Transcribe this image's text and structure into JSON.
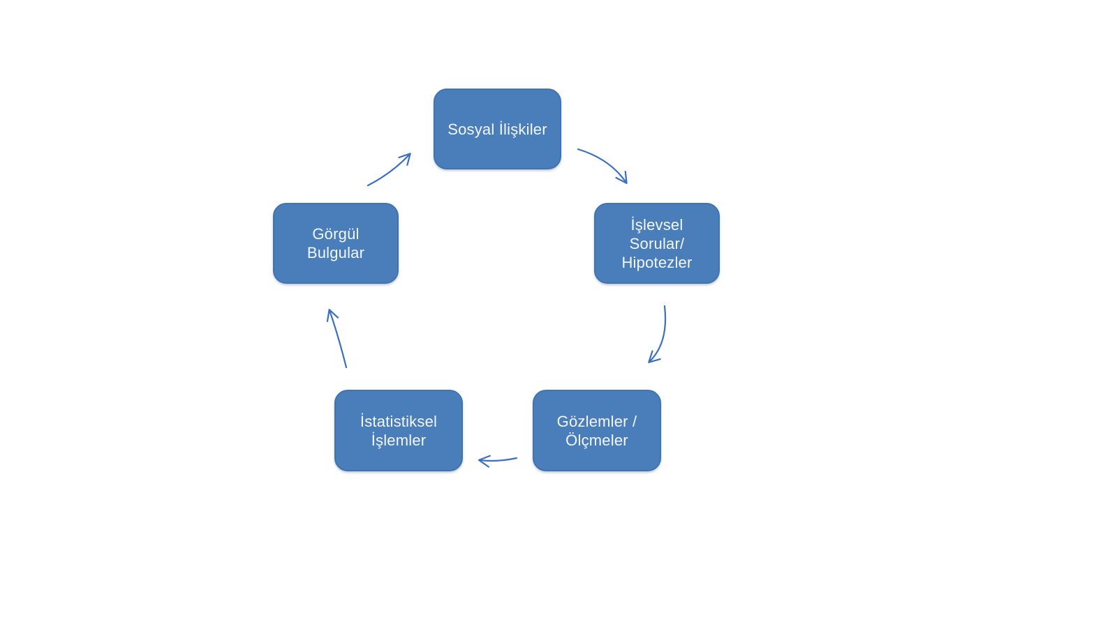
{
  "diagram": {
    "type": "cycle",
    "language": "tr",
    "background_color": "#ffffff",
    "node_fill_color": "#4a7ebb",
    "node_border_color": "#4173ad",
    "node_text_color": "#f4f7fb",
    "arrow_color": "#3a6fc4",
    "nodes": [
      {
        "id": "sosyal-iliskiler",
        "position": "top",
        "label": "Sosyal İlişkiler"
      },
      {
        "id": "islevsel-sorular-hipotezler",
        "position": "right",
        "label": "İşlevsel\nSorular/\nHipotezler"
      },
      {
        "id": "gozlemler-olcmeler",
        "position": "bottom-right",
        "label": "Gözlemler /\nÖlçmeler"
      },
      {
        "id": "istatistiksel-islemler",
        "position": "bottom-left",
        "label": "İstatistiksel\nİşlemler"
      },
      {
        "id": "gorgul-bulgular",
        "position": "left",
        "label": "Görgül\nBulgular"
      }
    ],
    "edges": [
      {
        "from": "sosyal-iliskiler",
        "to": "islevsel-sorular-hipotezler"
      },
      {
        "from": "islevsel-sorular-hipotezler",
        "to": "gozlemler-olcmeler"
      },
      {
        "from": "gozlemler-olcmeler",
        "to": "istatistiksel-islemler"
      },
      {
        "from": "istatistiksel-islemler",
        "to": "gorgul-bulgular"
      },
      {
        "from": "gorgul-bulgular",
        "to": "sosyal-iliskiler"
      }
    ]
  }
}
